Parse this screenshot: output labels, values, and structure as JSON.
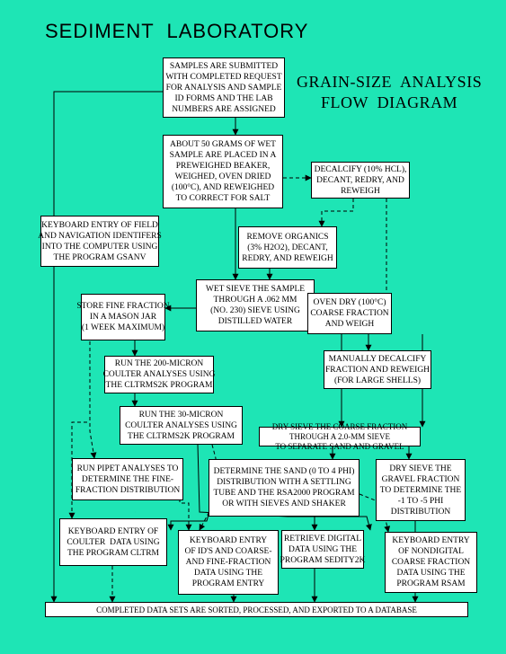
{
  "header": {
    "title": "SEDIMENT  LABORATORY",
    "subtitle": "GRAIN-SIZE  ANALYSIS\nFLOW  DIAGRAM"
  },
  "boxes": {
    "submit": "SAMPLES ARE SUBMITTED\nWITH COMPLETED REQUEST\nFOR ANALYSIS AND SAMPLE\nID FORMS AND THE LAB\nNUMBERS ARE ASSIGNED",
    "weigh": "ABOUT 50 GRAMS OF WET\nSAMPLE ARE PLACED IN A\nPREWEIGHED BEAKER,\nWEIGHED, OVEN DRIED\n(100°C), AND REWEIGHED\nTO CORRECT FOR SALT",
    "decalcify": "DECALCIFY (10% HCL),\nDECANT, REDRY, AND\nREWEIGH",
    "keyboard_field": "KEYBOARD ENTRY OF FIELD\nAND NAVIGATION IDENTIFERS\nINTO THE COMPUTER USING\nTHE PROGRAM GSANV",
    "organics": "REMOVE ORGANICS\n(3% H2O2), DECANT,\nREDRY, AND REWEIGH",
    "wet_sieve": "WET SIEVE THE SAMPLE\nTHROUGH A .062 MM\n(NO. 230) SIEVE USING\nDISTILLED WATER",
    "store_fine": "STORE FINE FRACTION\nIN A MASON JAR\n(1 WEEK MAXIMUM)",
    "oven_dry": "OVEN DRY (100°C)\nCOARSE FRACTION\nAND WEIGH",
    "coulter200": "RUN THE 200-MICRON\nCOULTER ANALYSES USING\nTHE CLTRMS2K PROGRAM",
    "manual_decalcify": "MANUALLY DECALCIFY\nFRACTION AND REWEIGH\n(FOR LARGE SHELLS)",
    "coulter30": "RUN THE 30-MICRON\nCOULTER ANALYSES USING\nTHE CLTRMS2K PROGRAM",
    "dry_sieve_coarse": "DRY SIEVE THE COARSE FRACTION\nTHROUGH A 2.0-MM SIEVE\nTO SEPARATE SAND AND GRAVEL",
    "pipet": "RUN PIPET ANALYSES TO\nDETERMINE THE FINE-\nFRACTION DISTRIBUTION",
    "sand": "DETERMINE THE SAND (0 TO 4 PHI)\nDISTRIBUTION WITH A SETTLING\nTUBE AND THE RSA2000 PROGRAM\nOR WITH SIEVES AND SHAKER",
    "gravel": "DRY SIEVE THE\nGRAVEL FRACTION\nTO DETERMINE THE\n-1 TO -5 PHI\nDISTRIBUTION",
    "keyboard_coulter": "KEYBOARD ENTRY OF\nCOULTER  DATA USING\nTHE PROGRAM CLTRM",
    "keyboard_ids": "KEYBOARD ENTRY\nOF ID'S AND COARSE-\nAND FINE-FRACTION\nDATA USING THE\nPROGRAM ENTRY",
    "retrieve": "RETRIEVE DIGITAL\nDATA USING THE\nPROGRAM SEDITY2K",
    "keyboard_nondigital": "KEYBOARD ENTRY\nOF NONDIGITAL\nCOARSE FRACTION\nDATA USING THE\nPROGRAM RSAM",
    "completed": "COMPLETED DATA SETS ARE SORTED, PROCESSED, AND EXPORTED TO A DATABASE"
  }
}
